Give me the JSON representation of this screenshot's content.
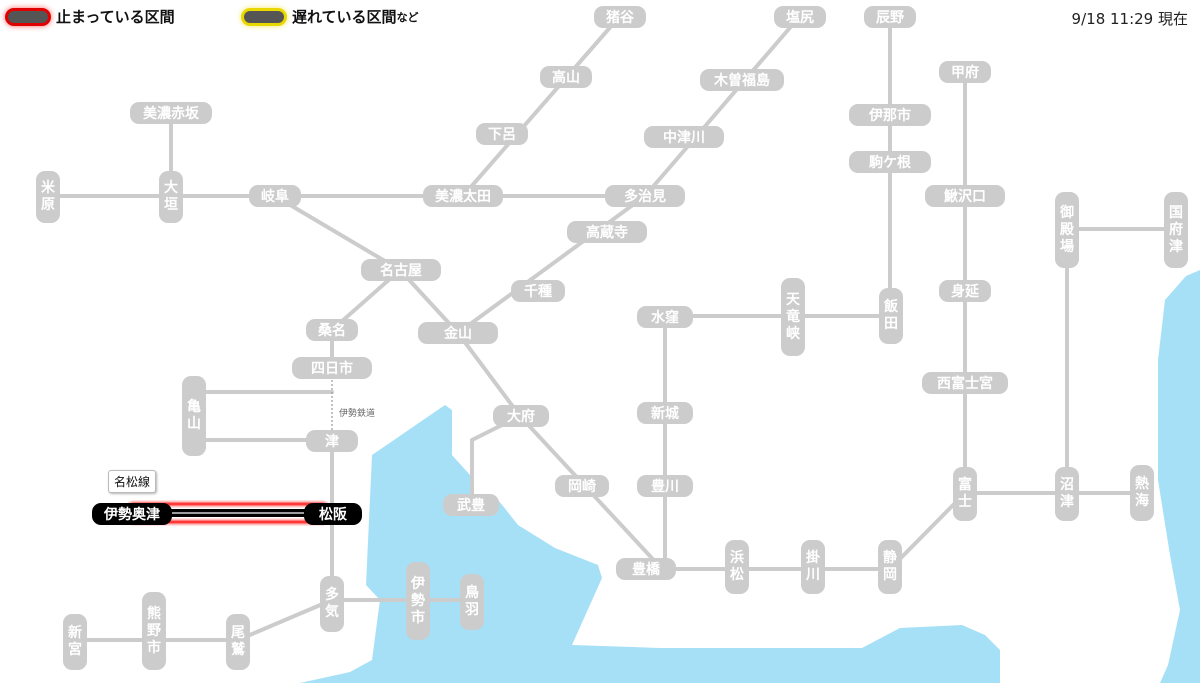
{
  "legend": {
    "stopped": "止まっている区間",
    "delayed": "遅れている区間",
    "etc": "など"
  },
  "timestamp": "9/18 11:29 現在",
  "line_tag": "名松線",
  "line_note": "伊勢鉄道",
  "colors": {
    "track": "#cccccc",
    "station": "#cccccc",
    "sea": "#a6e0f7",
    "stopped_glow": "#ff0000",
    "delayed_glow": "#e8d800"
  },
  "stations": {
    "inotani": "猪谷",
    "shiojiri": "塩尻",
    "tatsuno": "辰野",
    "takayama": "高山",
    "kisofukushima": "木曽福島",
    "kofu": "甲府",
    "minoakasaka": "美濃赤坂",
    "gero": "下呂",
    "nakatsugawa": "中津川",
    "inashi": "伊那市",
    "komagane": "駒ケ根",
    "maibara": "米原",
    "ogaki": "大垣",
    "gifu": "岐阜",
    "minoota": "美濃太田",
    "tajimi": "多治見",
    "kajikazawaguchi": "鰍沢口",
    "gotemba": "御殿場",
    "kozu": "国府津",
    "kozoji": "高蔵寺",
    "nagoya": "名古屋",
    "chikusa": "千種",
    "minobu": "身延",
    "kuwana": "桑名",
    "kanayama": "金山",
    "mizukubo": "水窪",
    "tenryukyo": "天竜峡",
    "iida": "飯田",
    "yokkaichi": "四日市",
    "nishifujinomiya": "西富士宮",
    "kameyama": "亀山",
    "obu": "大府",
    "shinshiro": "新城",
    "tsu": "津",
    "taketoyo": "武豊",
    "okazaki": "岡崎",
    "toyokawa": "豊川",
    "fuji": "富士",
    "numazu": "沼津",
    "atami": "熱海",
    "iseokitsu": "伊勢奥津",
    "matsusaka": "松阪",
    "toyohashi": "豊橋",
    "hamamatsu": "浜松",
    "kakegawa": "掛川",
    "shizuoka": "静岡",
    "taki": "多気",
    "iseshi": "伊勢市",
    "toba": "鳥羽",
    "kumanoshi": "熊野市",
    "shingu": "新宮",
    "owase": "尾鷲"
  }
}
